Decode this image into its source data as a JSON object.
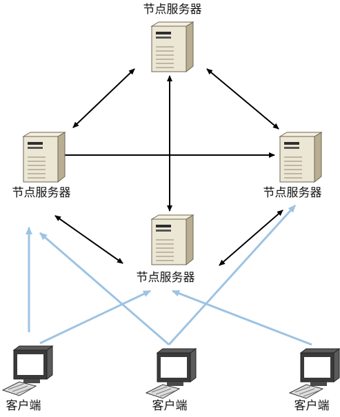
{
  "labels": {
    "server_top": "节点服务器",
    "server_left": "节点服务器",
    "server_right": "节点服务器",
    "server_center": "节点服务器",
    "client_left": "客户端",
    "client_mid": "客户端",
    "client_right": "客户端"
  },
  "colors": {
    "server_link": "#000000",
    "client_link": "#9cc3e3",
    "server_body": "#ece6d4",
    "server_side": "#b8ae92",
    "screen": "#ffffff",
    "monitor_frame": "#3a3a3a"
  },
  "icons": {
    "server": "server-tower-icon",
    "client": "desktop-computer-icon"
  }
}
